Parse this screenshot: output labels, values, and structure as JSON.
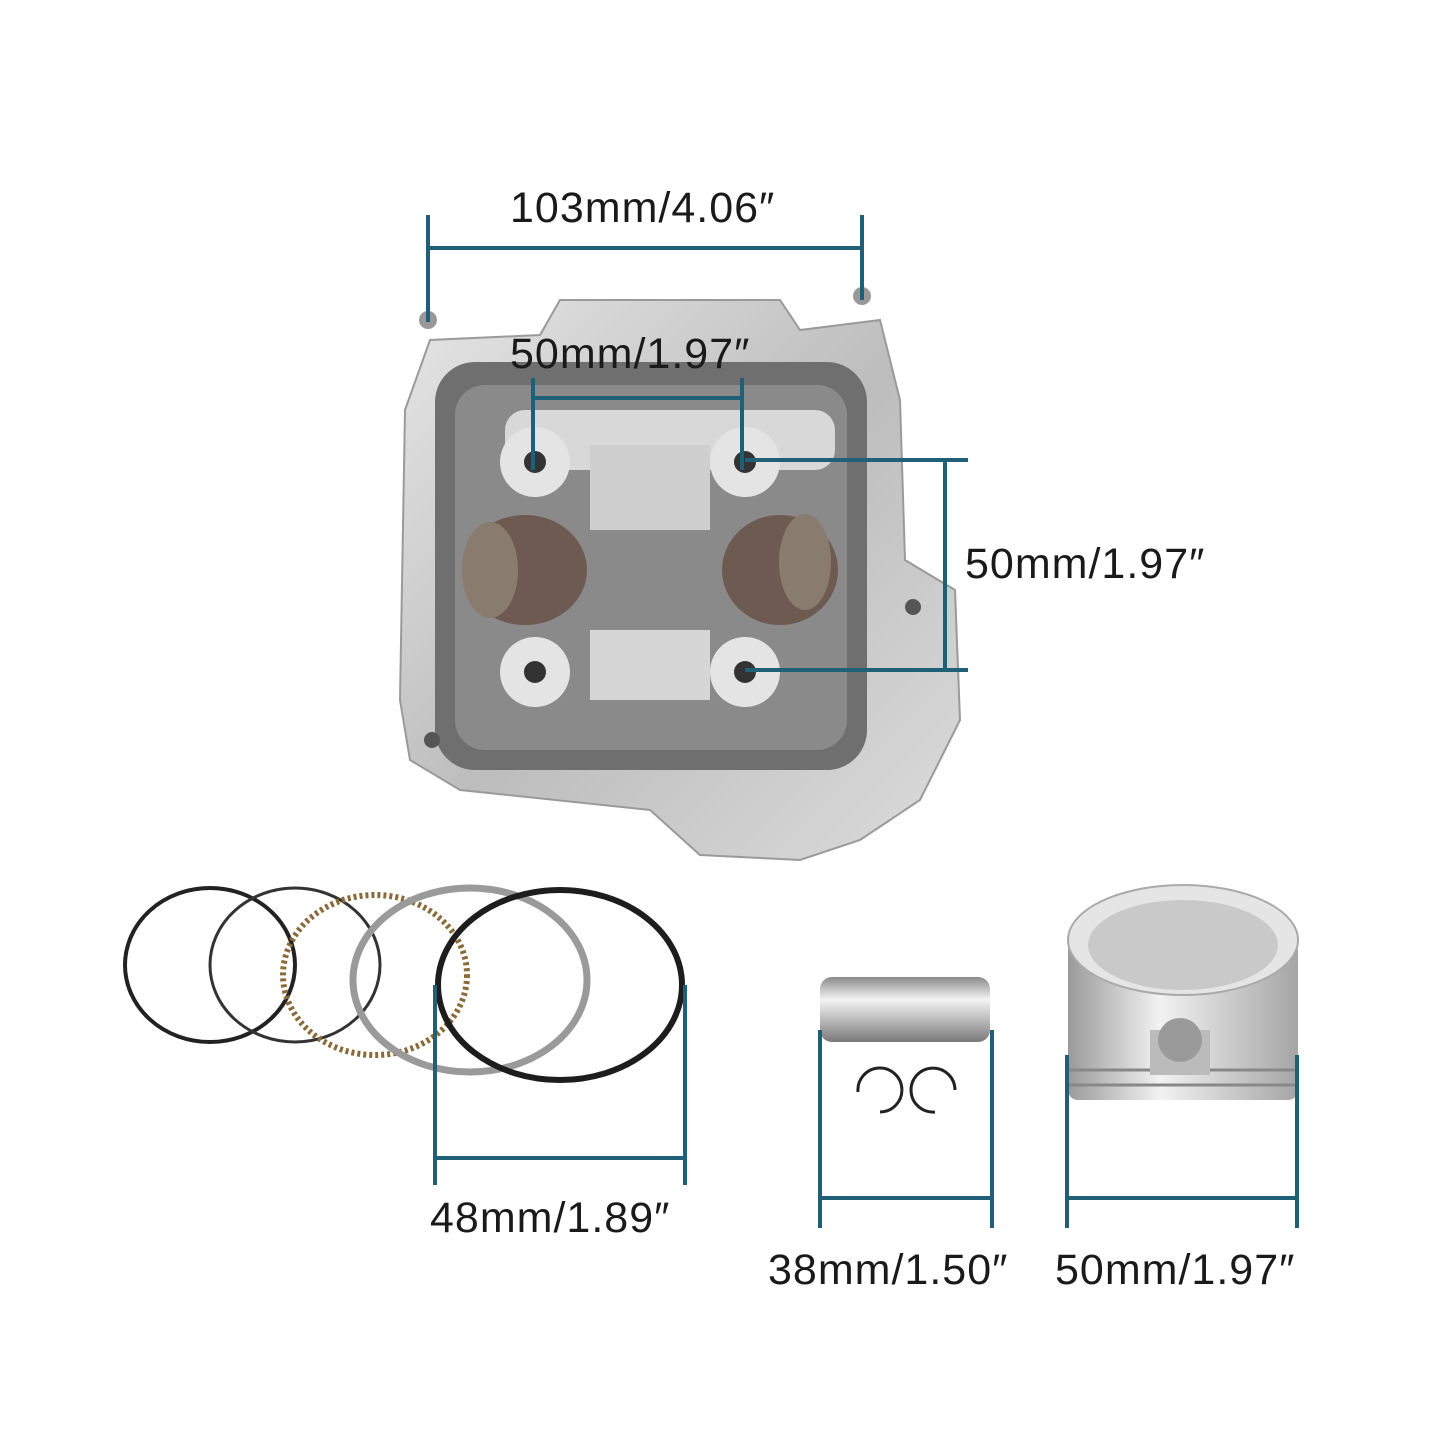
{
  "colors": {
    "dimension_line": "#1f5f78",
    "text": "#1a1a1a",
    "metal": "#c9c9c9",
    "metal_dark": "#6e6e6e"
  },
  "parts": {
    "cylinder_head": {
      "width_label": "103mm/4.06″",
      "bolt_spacing_horizontal_label": "50mm/1.97″",
      "bolt_spacing_vertical_label": "50mm/1.97″"
    },
    "piston_rings": {
      "diameter_label": "48mm/1.89″"
    },
    "piston_pin": {
      "length_label": "38mm/1.50″"
    },
    "piston": {
      "diameter_label": "50mm/1.97″"
    }
  }
}
